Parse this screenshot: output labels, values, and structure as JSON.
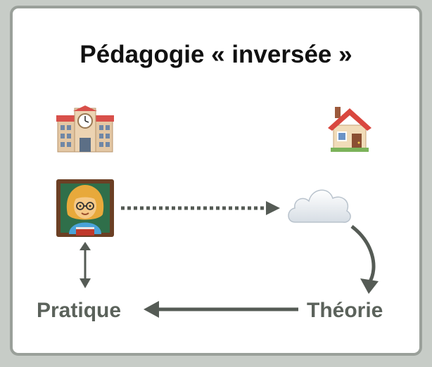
{
  "title": "Pédagogie « inversée »",
  "labels": {
    "practice": "Pratique",
    "theory": "Théorie"
  },
  "icons": {
    "school": "school-icon",
    "house": "house-icon",
    "teacher": "teacher-icon",
    "cloud": "cloud-icon"
  },
  "colors": {
    "frame": "#9aa09a",
    "arrow": "#555b55",
    "label": "#5b625b"
  }
}
